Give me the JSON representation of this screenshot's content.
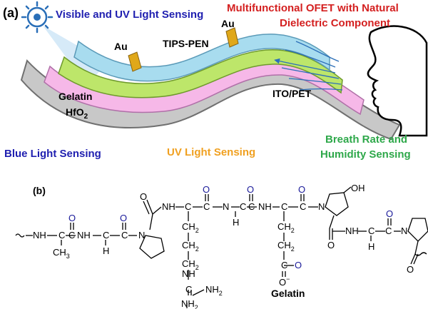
{
  "panel_a": {
    "panel_label": "(a)",
    "visible_uv": "Visible and UV Light Sensing",
    "ofet_title_1": "Multifunctional OFET with Natural",
    "ofet_title_2": "Dielectric Component",
    "au_left": "Au",
    "au_right": "Au",
    "tips_pen": "TIPS-PEN",
    "gelatin": "Gelatin",
    "hfo2_base": "HfO",
    "hfo2_sub": "2",
    "ito_pet": "ITO/PET",
    "blue_light": "Blue Light Sensing",
    "uv_light": "UV Light Sensing",
    "breath_1": "Breath Rate and",
    "breath_2": "Humidity Sensing",
    "colors": {
      "visible_uv_text": "#1f1fb0",
      "ofet_title_text": "#d42020",
      "blue_text": "#1f1fb0",
      "uv_text": "#f0a020",
      "breath_text": "#2ea84a",
      "tips_pen_layer": "#a8dcef",
      "gelatin_layer": "#bde66a",
      "hfo2_layer": "#f6b8e8",
      "ito_pet_layer": "#c8c8c8",
      "au_electrode": "#e0a81a"
    }
  },
  "panel_b": {
    "panel_label": "(b)",
    "caption": "Gelatin",
    "atoms": {
      "O": "O",
      "N": "N",
      "H": "H",
      "NH": "NH",
      "OH": "OH",
      "CH": "C",
      "CH2": "CH",
      "CH2_sub": "2",
      "CH3": "CH",
      "CH3_sub": "3",
      "NH2": "NH",
      "NH2_sub": "2",
      "O_minus": "O",
      "minus": "−",
      "C": "C"
    }
  }
}
